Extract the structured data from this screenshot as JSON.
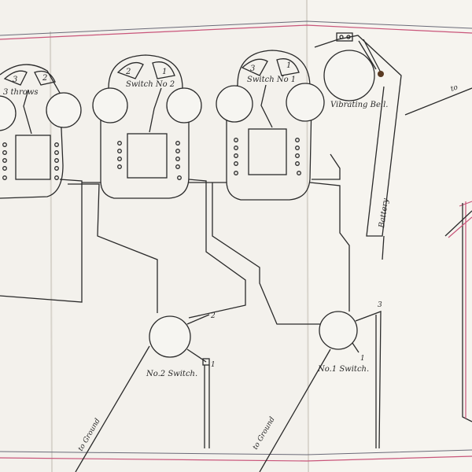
{
  "diagram": {
    "throws_box": {
      "title": "3 throws",
      "terminals": [
        "3",
        "2"
      ]
    },
    "switch_box_2": {
      "title": "Switch No 2",
      "terminals": [
        "2",
        "1"
      ]
    },
    "switch_box_1": {
      "title": "Switch No 1",
      "terminals": [
        "3",
        "1"
      ]
    },
    "vibrating_bell": {
      "label": "Vibrating Bell."
    },
    "battery": {
      "label": "Battery"
    },
    "right_partial_label": "to",
    "switch_2": {
      "label": "No.2 Switch.",
      "terminal_labels": [
        "2",
        "1"
      ]
    },
    "switch_1": {
      "label": "No.1 Switch.",
      "terminal_labels": [
        "3",
        "1"
      ]
    },
    "ground_labels": [
      "to Ground",
      "to Ground"
    ]
  },
  "colors": {
    "paper": "#f3f1ec",
    "ink": "#2a2a2a",
    "red_rule": "#c9557a",
    "blue_rule": "#6a6a78"
  }
}
